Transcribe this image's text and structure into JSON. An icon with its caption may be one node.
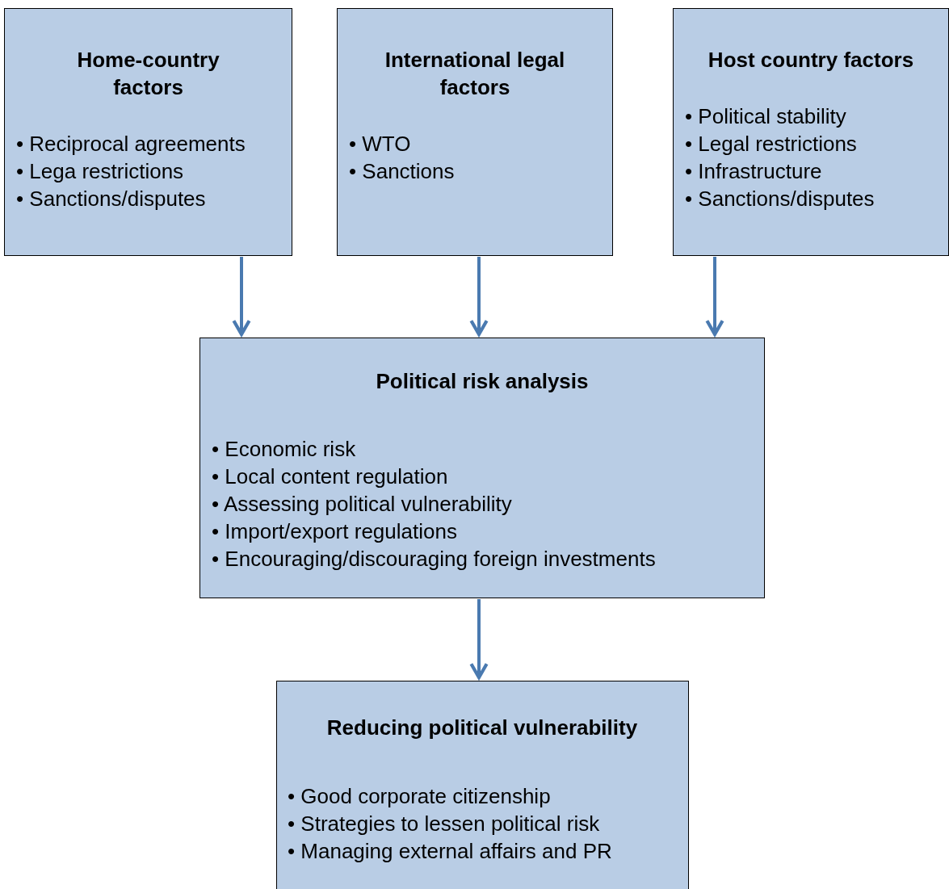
{
  "diagram": {
    "nodes": [
      {
        "text": [
          "Home-country factors",
          "• Reciprocal agreements",
          "• Lega restrictions",
          "• Sanctions/disputes"
        ]
      },
      {
        "text": [
          "International legal factors",
          "• WTO",
          "• Sanctions"
        ]
      },
      {
        "text": [
          "Host country factors",
          "• Political stability",
          "• Legal restrictions",
          "• Infrastructure",
          "• Sanctions/disputes"
        ]
      },
      {
        "text": [
          "Political risk analysis",
          "• Economic risk",
          "• Local content regulation",
          "• Assessing political vulnerability",
          "• Import/export regulations",
          "• Encouraging/discouraging foreign investments"
        ]
      },
      {
        "text": [
          "Reducing political vulnerability",
          "• Good corporate citizenship",
          "• Strategies to lessen political risk",
          "• Managing external affairs and PR"
        ]
      }
    ],
    "edges": [
      {
        "from": 0,
        "to": 3,
        "arrow": "to"
      },
      {
        "from": 1,
        "to": 3,
        "arrow": "to"
      },
      {
        "from": 2,
        "to": 3,
        "arrow": "to"
      },
      {
        "from": 3,
        "to": 4,
        "arrow": "to"
      }
    ]
  }
}
